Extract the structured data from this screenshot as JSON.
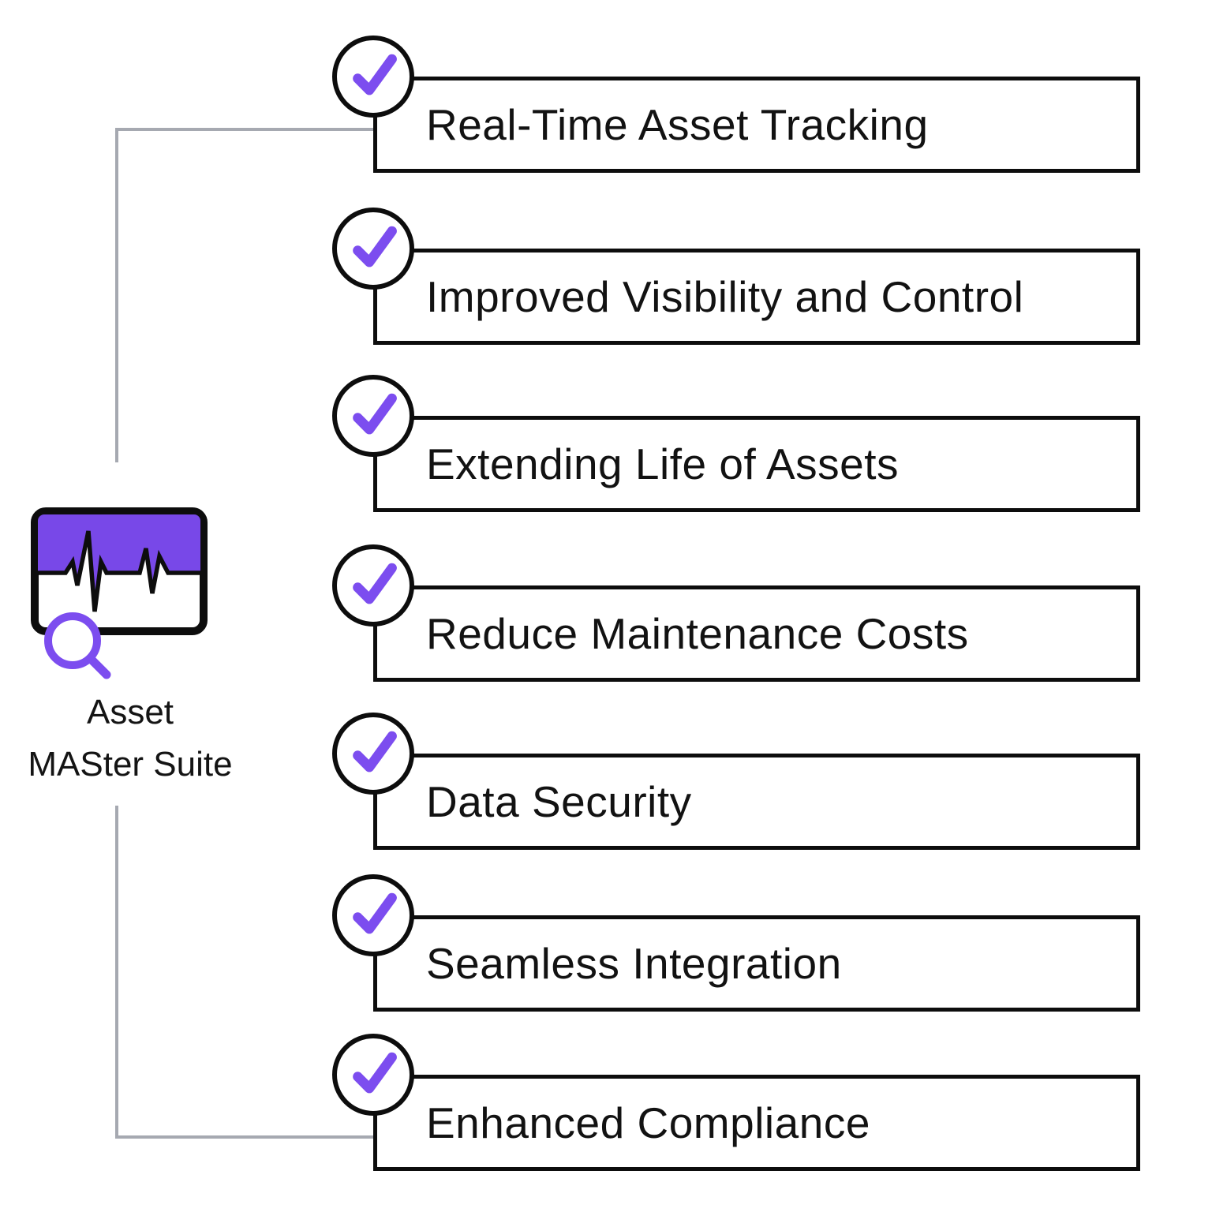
{
  "logo": {
    "caption_line1": "Asset",
    "caption_line2": "MASter Suite",
    "icon": "asset-monitor-magnifier-logo"
  },
  "benefits": [
    {
      "label": "Real-Time Asset Tracking"
    },
    {
      "label": "Improved Visibility and Control"
    },
    {
      "label": "Extending Life of Assets"
    },
    {
      "label": "Reduce Maintenance Costs"
    },
    {
      "label": "Data Security"
    },
    {
      "label": "Seamless Integration"
    },
    {
      "label": "Enhanced Compliance"
    }
  ],
  "colors": {
    "brand_purple": "#7848E8",
    "check_purple": "#7C4DEF",
    "connector_gray": "#A6A9B1",
    "outline_black": "#0D0D0D",
    "text_black": "#121212"
  }
}
